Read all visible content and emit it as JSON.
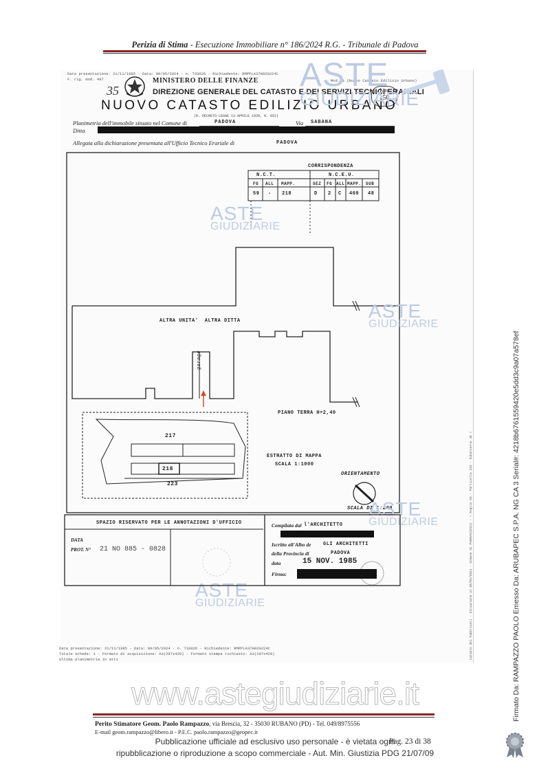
{
  "header": {
    "title_bold": "Perizia di Stima",
    "title_rest": " - Esecuzione Immobiliare n° 186/2024 R.G. - Tribunale di Padova"
  },
  "document": {
    "scan_meta_top": "Data presentazione: 21/11/1985 - Data: 09/05/2024 - n. T33026 - Richiedente: RMPPLA37H02G224C",
    "scan_code": "F. rig. mod. 497",
    "sheet_number": "35",
    "ministry": "MINISTERO DELLE FINANZE",
    "model": "Mod. B (Nuovo Catasto Edilizio Urbano)",
    "direction": "DIREZIONE GENERALE DEL CATASTO E DEI SERVIZI TECNICI ERARIALI",
    "lire_label": "Lire",
    "lire_value": "150",
    "catasto_title": "NUOVO CATASTO EDILIZIO URBANO",
    "decree": "(R. DECRETO-LEGGE 13 APRILE 1939, N. 652)",
    "planimetria_label": "Planimetria dell'immobile situato nel Comune di",
    "comune_value": "PADOVA",
    "via_label": "Via",
    "via_value": "SABANA",
    "ditta_label": "Ditta",
    "allegata_label": "Allegata alla dichiarazione presentata all'Ufficio Tecnico Erariale di",
    "ufficio_value": "PADOVA",
    "corrispondenza": {
      "title": "CORRISPONDENZA",
      "nct": "N.C.T.",
      "ncru": "N.C.E.U.",
      "headers": [
        "FG",
        "ALL",
        "MAPP.",
        "SEZ",
        "FG",
        "ALL",
        "MAPP.",
        "SUB"
      ],
      "values": [
        "59",
        "-",
        "218",
        "D",
        "2",
        "C",
        "469",
        "48"
      ]
    },
    "plan": {
      "altra": "ALTRA UNITA'  ALTRA DITTA",
      "garage": "garage",
      "piano": "PIANO TERRA H=2,40",
      "estratto": "ESTRATTO DI MAPPA",
      "scala_mappa": "SCALA 1:1000",
      "orientamento": "ORIENTAMENTO",
      "scala": "SCALA DI 1:200",
      "parcel_217": "217",
      "parcel_218": "218",
      "parcel_223": "223"
    },
    "annotations": {
      "reserved": "SPAZIO RISERVATO PER LE ANNOTAZIONI D'UFFICIO",
      "data": "DATA",
      "prot_label": "PROT. N°",
      "prot_value": "21 NO 885 - 0828",
      "compilata": "Compilata dal",
      "architetto": "l'ARCHITETTO",
      "iscritto": "Iscritto all'Albo de",
      "albo_value": "GLI ARCHITETTI",
      "provincia_label": "della Provincia di",
      "provincia_value": "PADOVA",
      "data_label": "data",
      "data_value": "15 NOV. 1985",
      "firma_label": "Firma:"
    },
    "scan_meta_bottom_1": "Data presentazione: 21/11/1985 - Data: 09/05/2024 - n. T33026 - Richiedente: RMPPLA37H02G224C",
    "scan_meta_bottom_2": "Totale schede: 1 - Formato di acquisizione: A3(297x420) - Formato stampa richiesto: A3(297x420)",
    "scan_meta_bottom_3": "Ultima planimetria in atti",
    "scan_meta_side": "Catasto dei Fabbricati - Situazione al 09/05/2024 - Comune di PADOVA(G224) - < Foglio 59 - Particella 218 - Subalterno 48 >"
  },
  "watermarks": {
    "aste": "ASTE",
    "giudiziarie": "GIUDIZIARIE",
    "url": "www.astegiudiziarie.it"
  },
  "footer": {
    "perito_bold": "Perito Stimatore Geom. Paolo Rampazzo",
    "perito_rest": ", via Brescia, 32 - 35030 RUBANO (PD) - Tel. 049/8975556",
    "email_line": "E-mail geom.rampazzo@libero.it - P.E.C. paolo.rampazzo@geopec.it",
    "pub_line1": "Pubblicazione ufficiale ad esclusivo uso personale - è vietata ogni",
    "pub_line2": "ripubblicazione o riproduzione a scopo commerciale - Aut. Min. Giustizia PDG 21/07/09",
    "page": "Pag. 23 di 38",
    "signature": "Firmato Da: RAMPAZZO PAOLO Emesso Da: ARUBAPEC S.P.A. NG CA 3 Serial#: 4218b6761559420e5dd3c9a07a578ef"
  },
  "colors": {
    "rule_red": "#8b2424",
    "watermark_blue": "#bccbe4"
  }
}
